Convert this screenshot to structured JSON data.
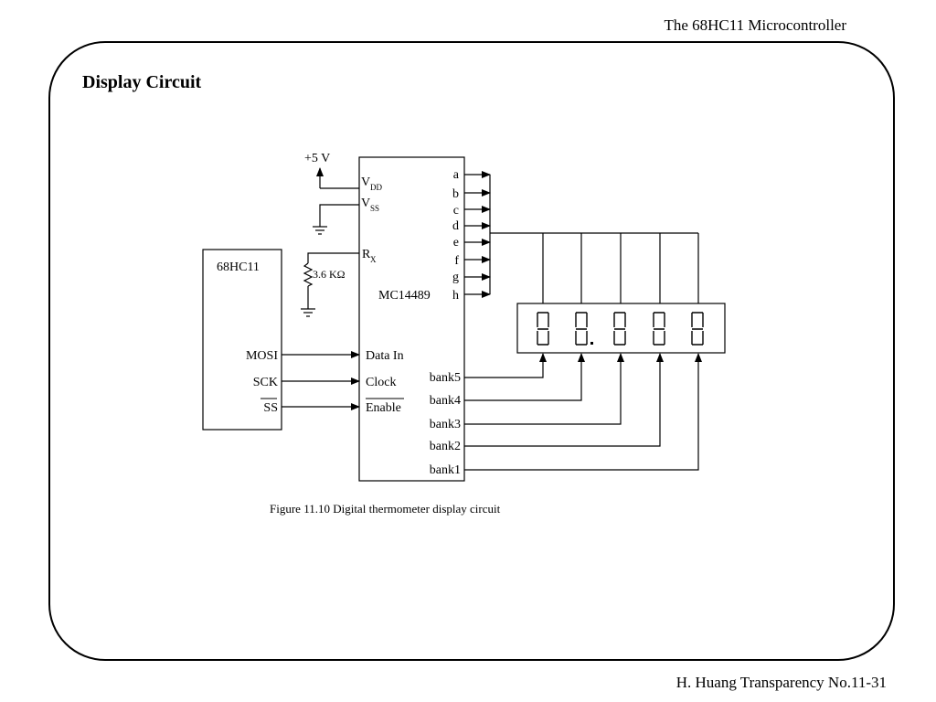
{
  "header": {
    "text": "The 68HC11 Microcontroller"
  },
  "footer": {
    "text": "H. Huang Transparency No.11-31"
  },
  "slide": {
    "title": "Display Circuit"
  },
  "diagram": {
    "supply": {
      "label": "+5 V"
    },
    "mc14489": {
      "name": "MC14489",
      "vdd": {
        "main": "V",
        "sub": "DD"
      },
      "vss": {
        "main": "V",
        "sub": "SS"
      },
      "rx": {
        "main": "R",
        "sub": "X"
      },
      "segments": [
        "a",
        "b",
        "c",
        "d",
        "e",
        "f",
        "g",
        "h"
      ],
      "inputs": [
        "Data In",
        "Clock",
        "Enable"
      ],
      "banks": [
        "bank5",
        "bank4",
        "bank3",
        "bank2",
        "bank1"
      ]
    },
    "resistor": {
      "label": "3.6 KΩ"
    },
    "hc11": {
      "name": "68HC11",
      "pins": [
        "MOSI",
        "SCK",
        "SS"
      ]
    },
    "display": {
      "digits": 5,
      "decimal_point_after_digit": 2
    },
    "caption": "Figure 11.10 Digital thermometer display circuit"
  }
}
